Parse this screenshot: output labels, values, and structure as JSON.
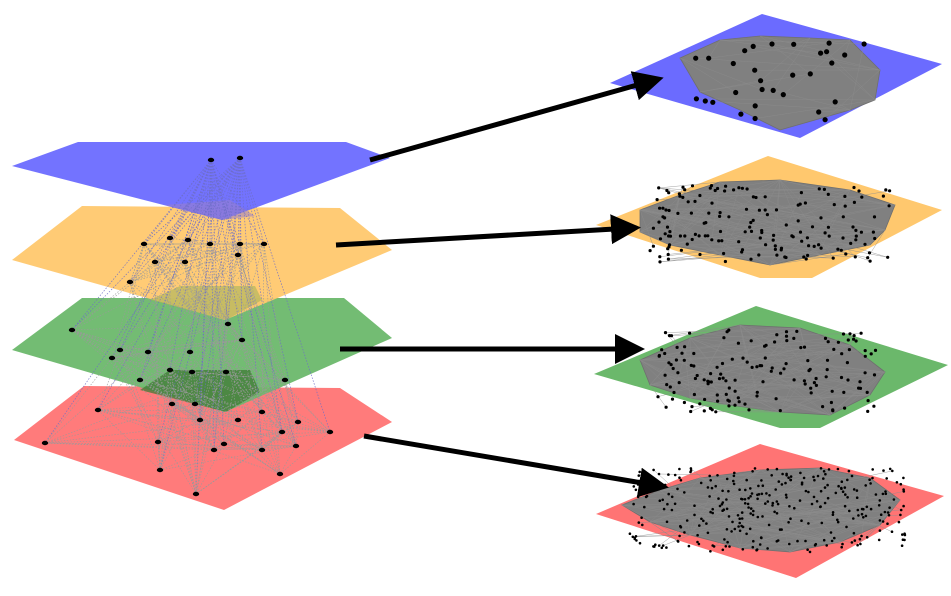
{
  "colors": {
    "background": "#ffffff",
    "layer_blue": "#6b6bff",
    "layer_orange": "#ffc86e",
    "layer_green": "#6bb86b",
    "layer_red": "#ff7474",
    "network_fill": "#808080",
    "edge": "#9a9a9a",
    "node": "#000000",
    "arrow": "#000000"
  },
  "diagram": {
    "type": "multilayer-network",
    "stack_layers": [
      {
        "id": "blue",
        "color": "#6b6bff",
        "node_count": 2
      },
      {
        "id": "orange",
        "color": "#ffc86e",
        "node_count": 10
      },
      {
        "id": "green",
        "color": "#6bb86b",
        "node_count": 12
      },
      {
        "id": "red",
        "color": "#ff7474",
        "node_count": 18
      }
    ],
    "expanded_networks": [
      {
        "id": "blue",
        "color": "#6b6bff",
        "node_count": 30
      },
      {
        "id": "orange",
        "color": "#ffc86e",
        "node_count": 160
      },
      {
        "id": "green",
        "color": "#6bb86b",
        "node_count": 150
      },
      {
        "id": "red",
        "color": "#ff7474",
        "node_count": 320
      }
    ],
    "arrows": [
      {
        "from": "blue",
        "to": "blue"
      },
      {
        "from": "orange",
        "to": "orange"
      },
      {
        "from": "green",
        "to": "green"
      },
      {
        "from": "red",
        "to": "red"
      }
    ]
  }
}
